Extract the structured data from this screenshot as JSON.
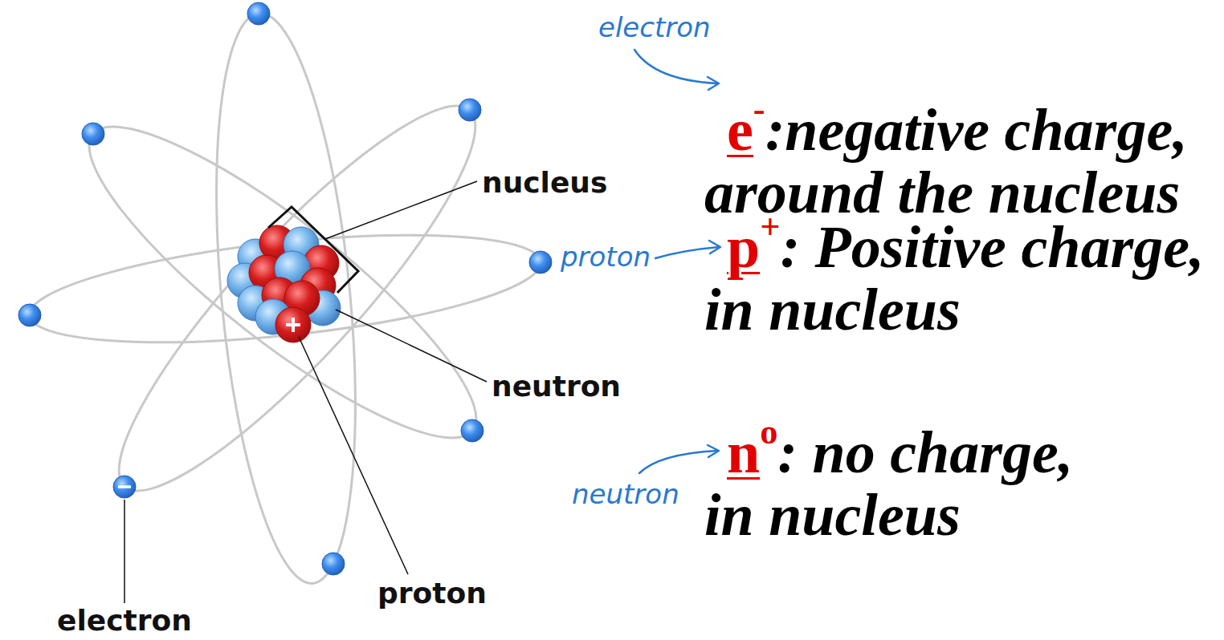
{
  "diagram": {
    "labels": [
      "nucleus",
      "neutron",
      "proton",
      "electron",
      "electron",
      "e",
      "-",
      ":negative charge, around the nucleus",
      "proton",
      "p",
      "+",
      ": Positive charge, in nucleus",
      "neutron",
      "n",
      "o",
      ": no charge, in nucleus"
    ]
  }
}
